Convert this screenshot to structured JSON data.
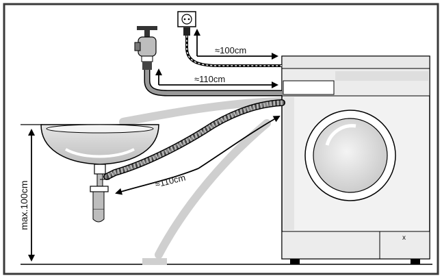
{
  "labels": {
    "power_cord_length": "≈100cm",
    "inlet_hose_length": "≈110cm",
    "drain_hose_length": "≈110cm",
    "max_height": "max.100cm"
  },
  "colors": {
    "frame": "#3a3a3a",
    "line": "#000000",
    "appliance_fill": "#f2f2f2",
    "appliance_shade": "#dcdcdc",
    "hose_fill": "#9a9a9a",
    "ghost_hose": "#c8c8c8"
  },
  "icons": {
    "tap": "water-tap-icon",
    "socket": "power-socket-icon",
    "plug": "plug-icon",
    "basin": "wash-basin-icon",
    "machine": "washing-machine-icon"
  }
}
